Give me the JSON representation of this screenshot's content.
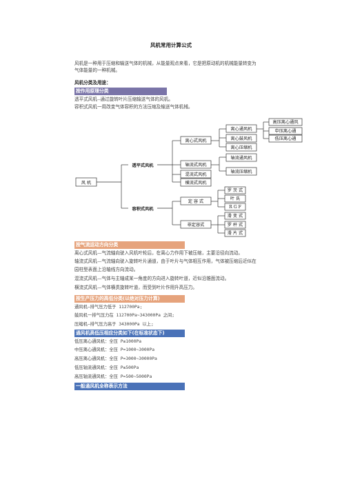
{
  "title": "风机常用计算公式",
  "intro": [
    "风机是一种用于压缩和输送气体的机械，从能量观点来看，它是把原动机的机械能量转变为",
    "气体能量的一种机械。"
  ],
  "classify_heading": "风机分类及用途：",
  "sec1": {
    "heading": "按作用原理分类",
    "lines": [
      "透平式风机--通过旋转叶片压缩输送气体的风机。",
      "容积式风机一用改变气体容积的方法压缩及输送气体机械。"
    ]
  },
  "tree": {
    "root": "风 机",
    "turbo": "透平式风机",
    "volumetric": "容积式风机",
    "centrifugal": "离心式风机",
    "axial": "轴流式风机",
    "mixed": "混流式风机",
    "cross": "横流式风机",
    "cf_fan": "离心通风机",
    "cf_blower": "离心鼓风机",
    "cf_compressor": "离心压缩机",
    "hp_fan": "高压离心通风",
    "mp_fan": "中压离心通",
    "lp_fan": "低压离心通",
    "axial_fan": "轴流通风机",
    "axial_compressor": "轴流压缩机",
    "fixed": "定 容 式",
    "variable": "非定容式",
    "roots": "罗 茨 式",
    "lobe": "叶 氏",
    "rgf": "R G F",
    "slide": "滑 变 式",
    "screw": "罗 杆 式",
    "vane": "滑 片 式"
  },
  "sec2": {
    "heading": "按气流运动方向分类",
    "lines": [
      "离心式风机—气流轴向驶入风机叶轮后，在离心力作用下被压缩，主要沿径向流动。",
      "轴流式风机—气流轴向驶入旋转叶片通道，由于叶片与气体相互作用，气体被压缩后近似在",
      "园柱型表面上沿轴线方向流动。",
      "混流式风机—气体与主轴成某一角度的方向进入旋转叶道，近似沿锥面流动。",
      "横流式风机—气体横贯旋转叶道，而受到叶片作用升高压力。"
    ]
  },
  "sec3": {
    "heading": "按生产压力的高低分类(以绝对压力计算)",
    "lines": [
      "通风机—排气压力低于 112700Pa;",
      "鼓风机一排气压力在 112700Pa~343000Pa 之间;",
      "压缩机—排气压力高于 343000Pa 以上;"
    ]
  },
  "sec4": {
    "heading": "通风机高低压相应分类如下(在标准状态下)",
    "lines": [
      "低压离心通风机：全压 P≤1000Pa",
      "中压离心通风机：全压 P=1000~3000Pa",
      "高压离心通风机：全压 P=3000~30000Pa",
      "低压轴流通风机：全压 P≤500Pa",
      "高压轴流通风机：全压 P=500~5000Pa"
    ]
  },
  "sec5": {
    "heading": "一般通风机全称表示方法"
  }
}
